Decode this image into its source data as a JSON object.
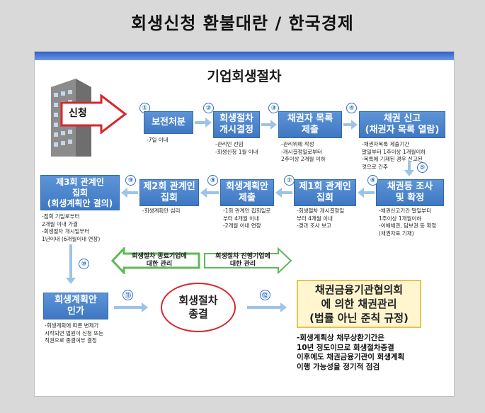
{
  "headline": "회생신청 환불대란 / 한국경제",
  "chart_title": "기업회생절차",
  "start_label": "신청",
  "steps": [
    {
      "num": "①",
      "title": "보전처분",
      "note": "-7일 이내"
    },
    {
      "num": "②",
      "title": "회생절차\n개시결정",
      "note": "-관리인 선임\n-회생신청 1월 이내"
    },
    {
      "num": "③",
      "title": "채권자 목록\n제출",
      "note": "-관리위에 작성\n-개시결정일로부터\n 2주이상 2개월 이하"
    },
    {
      "num": "④",
      "title": "채권 신고\n(채권자 목록 열람)",
      "note": "-채권자목록 제출기간\n 말일부터 1주이상 1개월이하\n-목록에 기재된 경우 신고된\n 것으로 간주"
    },
    {
      "num": "⑤",
      "title": "채권등 조사\n및 확정",
      "note": "-채권신고기간 말일부터\n 1주이상 1개월이하\n-이해채권, 담보권 등 확정\n (채권자표 기재)"
    },
    {
      "num": "⑥",
      "title": "제1회 관계인\n집회",
      "note": "-회생절차 개시결정일\n 부터 4개월 이내\n-경과 조사 보고"
    },
    {
      "num": "⑦",
      "title": "회생계획안\n제출",
      "note": "-1회 관계인 집회일로\n 부터 4개월 이내\n-2개월 이내 연장"
    },
    {
      "num": "⑧",
      "title": "제2회 관계인\n집회",
      "note": "-회생계획안 심리"
    },
    {
      "num": "⑨",
      "title": "제3회 관계인\n집회\n(회생계획안 결의)",
      "note": "-집회 기일로부터\n 2개월 이내 가결\n-회생절차 개시일부터\n 1년이내 (6개월이내 연장)"
    },
    {
      "num": "⑩",
      "title": "회생계획안\n인가",
      "note": "-회생계획에 따른 변제가\n 시작되면 법원이 신청 또는\n 직권으로 종결여부 결정"
    },
    {
      "num": "⑪",
      "title": "회생절차\n종결",
      "note": ""
    },
    {
      "num": "⑫",
      "title": "채권금융기관협의회\n에 의한 채권관리\n(법률 아닌 준칙 규정)",
      "note": "-회생계획상 채무상환기간은\n 10년 정도이므로 회생절차종결\n 이후에도 채권금융기관이 회생계획\n 이행 가능성을 정기적 점검"
    }
  ],
  "branch_left": "회생절차 종료기업에\n대한 관리",
  "branch_right": "회생절차 진행기업에\n대한 관리",
  "colors": {
    "box": "#4a84cc",
    "arrow": "#9dc3e6",
    "oval_border": "#d9262c",
    "final_bg": "#fff6cf",
    "branch_green": "#5fb85a"
  }
}
